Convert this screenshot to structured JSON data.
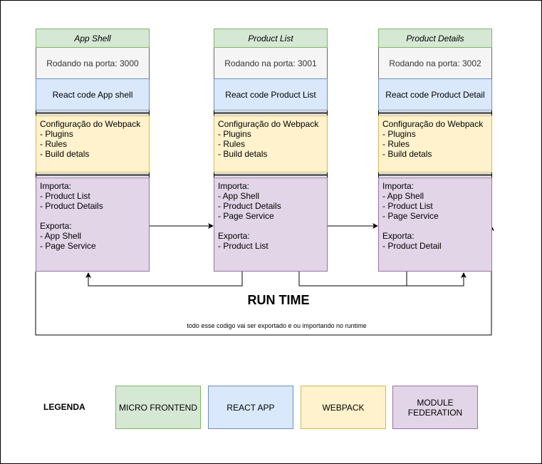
{
  "columns": [
    {
      "title": "App Shell",
      "port": "Rodando na porta: 3000",
      "react": "React code App shell",
      "webpack": [
        "Configuração do Webpack",
        "- Plugins",
        "- Rules",
        "- Build detals"
      ],
      "federation": [
        "Importa:",
        "- Product List",
        "- Product Details",
        "",
        "Exporta:",
        "- App Shell",
        "- Page Service"
      ]
    },
    {
      "title": "Product List",
      "port": "Rodando na porta: 3001",
      "react": "React code Product List",
      "webpack": [
        "Configuração do Webpack",
        "- Plugins",
        "- Rules",
        "- Build detals"
      ],
      "federation": [
        "Importa:",
        "- App Shell",
        "- Product Details",
        "- Page Service",
        "",
        "Exporta:",
        "- Product List"
      ]
    },
    {
      "title": "Product Details",
      "port": "Rodando na porta: 3002",
      "react": "React code Product Detail",
      "webpack": [
        "Configuração do Webpack",
        "- Plugins",
        "- Rules",
        "- Build detals"
      ],
      "federation": [
        "Importa:",
        "- App Shell",
        "- Product List",
        "- Page Service",
        "",
        "Exporta:",
        "- Product Detail"
      ]
    }
  ],
  "runtime": {
    "label": "RUN TIME",
    "note": "todo esse codigo vai ser exportado e ou importando no runtime"
  },
  "legend": {
    "title": "LEGENDA",
    "items": [
      {
        "label": "MICRO FRONTEND",
        "fill": "#d5e8d4",
        "stroke": "#82b366"
      },
      {
        "label": "REACT APP",
        "fill": "#dae8fc",
        "stroke": "#6c8ebf"
      },
      {
        "label": "WEBPACK",
        "fill": "#fff2cc",
        "stroke": "#d6b656"
      },
      {
        "label": "MODULE FEDERATION",
        "fill": "#e1d5e7",
        "stroke": "#9673a6"
      }
    ]
  }
}
